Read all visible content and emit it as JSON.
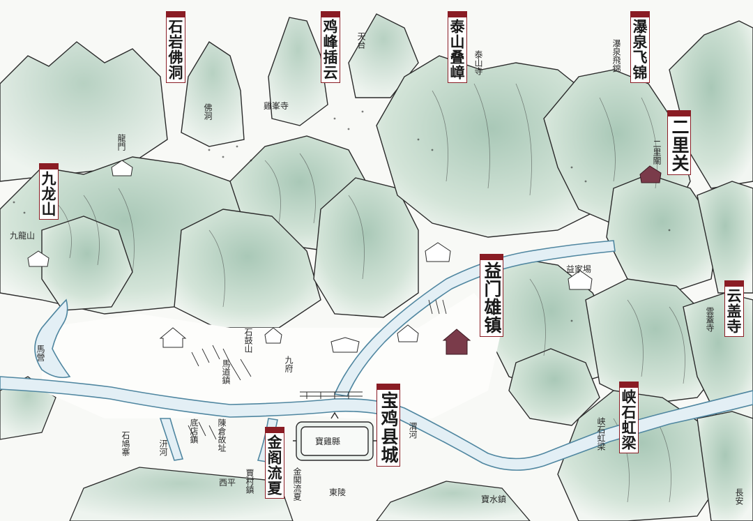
{
  "map": {
    "title_labels": [
      {
        "id": "shiyan-fodong",
        "text": "石岩佛洞"
      },
      {
        "id": "jifeng-chayun",
        "text": "鸡峰插云"
      },
      {
        "id": "taishan-diezhang",
        "text": "泰山叠嶂"
      },
      {
        "id": "pubu-feijin",
        "text": "瀑泉飞锦"
      },
      {
        "id": "erli-guan",
        "text": "二里关"
      },
      {
        "id": "jiulong-shan",
        "text": "九龙山"
      },
      {
        "id": "yimen-xiongzhen",
        "text": "益门雄镇"
      },
      {
        "id": "yungai-si",
        "text": "云盖寺"
      },
      {
        "id": "xiashi-hongliang",
        "text": "峡石虹梁"
      },
      {
        "id": "baoji-xiancheng",
        "text": "宝鸡县城"
      },
      {
        "id": "jinge-liuxia",
        "text": "金阁流夏"
      }
    ],
    "handwritten_annotations": [
      {
        "id": "tiantai",
        "text": "天台"
      },
      {
        "id": "fodong",
        "text": "佛洞"
      },
      {
        "id": "longmen",
        "text": "龍門"
      },
      {
        "id": "jifengsi",
        "text": "雞峯寺"
      },
      {
        "id": "taishansi",
        "text": "泰山寺"
      },
      {
        "id": "pubufeijin-hw",
        "text": "瀑泉飛錦"
      },
      {
        "id": "erliguan-hw",
        "text": "二里關"
      },
      {
        "id": "jiulongshan-hw",
        "text": "九龍山"
      },
      {
        "id": "yijiaba",
        "text": "益家埸"
      },
      {
        "id": "yungaisi-hw",
        "text": "雲蓋寺"
      },
      {
        "id": "xiashihongliang-hw",
        "text": "峡石虹梁"
      },
      {
        "id": "maying",
        "text": "馬營"
      },
      {
        "id": "shigushan",
        "text": "石鼓山"
      },
      {
        "id": "madao-zhen",
        "text": "馬道鎮"
      },
      {
        "id": "jiufu",
        "text": "九府"
      },
      {
        "id": "qianhe",
        "text": "汧河"
      },
      {
        "id": "dianfang-zhen",
        "text": "底店鎮"
      },
      {
        "id": "chencang-guzhi",
        "text": "陳倉故址"
      },
      {
        "id": "shijizhai",
        "text": "石鳩寨"
      },
      {
        "id": "xiping",
        "text": "西平"
      },
      {
        "id": "jiacun-zhen",
        "text": "賈村鎮"
      },
      {
        "id": "jingeliuxia-hw",
        "text": "金閣流夏"
      },
      {
        "id": "dongling",
        "text": "東陵"
      },
      {
        "id": "baojixian-hw",
        "text": "寶雞縣"
      },
      {
        "id": "weihe",
        "text": "渭河"
      },
      {
        "id": "baoshui-zhen",
        "text": "寶水鎮"
      },
      {
        "id": "changan",
        "text": "長安"
      }
    ]
  },
  "colors": {
    "mountain_fill": "#c9ddd0",
    "mountain_stroke": "#2a2a2a",
    "river_fill": "#e6f1f6",
    "river_stroke": "#5e90a8",
    "tag_border": "#8a1c24",
    "tag_cap": "#8a1c24",
    "building": "#7a3b4a"
  }
}
